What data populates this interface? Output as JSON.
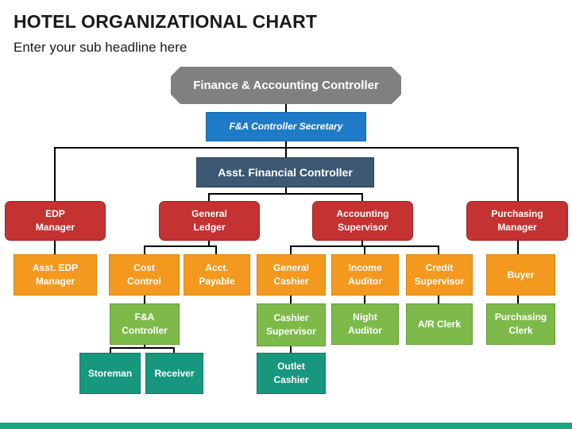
{
  "header": {
    "title": "HOTEL ORGANIZATIONAL CHART",
    "subtitle": "Enter your sub headline here"
  },
  "nodes": {
    "controller": "Finance & Accounting Controller",
    "secretary": "F&A Controller Secretary",
    "asst_financial_controller": "Asst. Financial Controller",
    "edp_manager": "EDP\nManager",
    "general_ledger": "General\nLedger",
    "accounting_supervisor": "Accounting\nSupervisor",
    "purchasing_manager": "Purchasing\nManager",
    "asst_edp_manager": "Asst. EDP\nManager",
    "cost_control": "Cost\nControl",
    "acct_payable": "Acct.\nPayable",
    "general_cashier": "General\nCashier",
    "income_auditor": "Income\nAuditor",
    "credit_supervisor": "Credit\nSupervisor",
    "buyer": "Buyer",
    "fa_controller": "F&A\nController",
    "cashier_supervisor": "Cashier\nSupervisor",
    "night_auditor": "Night\nAuditor",
    "ar_clerk": "A/R Clerk",
    "purchasing_clerk": "Purchasing\nClerk",
    "storeman": "Storeman",
    "receiver": "Receiver",
    "outlet_cashier": "Outlet\nCashier"
  },
  "colors": {
    "top": "#808080",
    "secretary": "#1f7bc8",
    "asst_controller": "#3c5873",
    "managers": "#c43232",
    "staff": "#f39a1e",
    "sub_staff": "#7dba4a",
    "clerks": "#17977e",
    "accent_bar": "#1aa585"
  }
}
